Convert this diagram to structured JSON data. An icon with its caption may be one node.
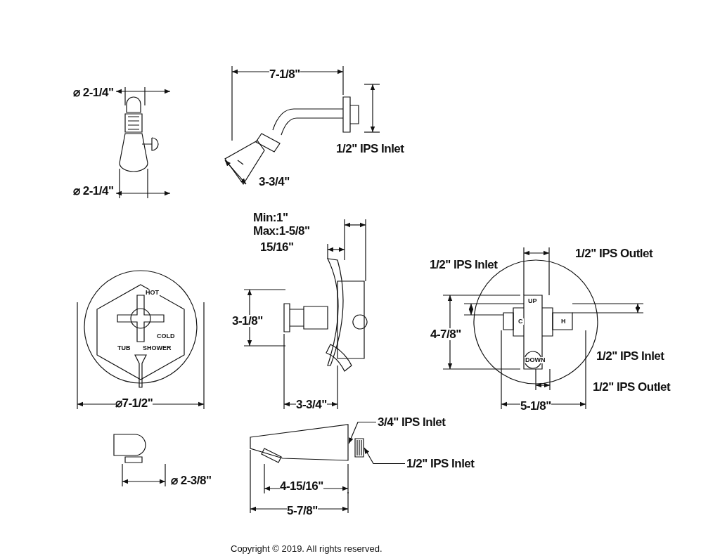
{
  "diagram": {
    "nodes": [
      {
        "text": [
          "3/4\" IPS Inlet"
        ]
      },
      {
        "text": [],
        "shape": "picture"
      },
      {
        "text": [
          "1/2\" IPS Inlet"
        ]
      },
      {
        "text": [],
        "shape": "picture"
      }
    ],
    "edges": [
      {
        "from": 0,
        "to": 1,
        "arrow": "to"
      },
      {
        "from": 2,
        "to": 3,
        "arrow": "to"
      }
    ],
    "labels": [
      "⌀ 2-1/4\"",
      "7-1/8\"",
      "1/2\" IPS Inlet",
      "⌀ 2-1/4\"",
      "3-3/4\"",
      "Min:1\"",
      "Max:1-5/8\"",
      "15/16\"",
      "1/2\" IPS Outlet",
      "1/2\" IPS Inlet",
      "HOT",
      "3-1/8\"",
      "4-7/8\"",
      "UP",
      "C",
      "H",
      "COLD",
      "TUB",
      "SHOWER",
      "DOWN",
      "1/2\" IPS Inlet",
      "⌀7-1/2\"",
      "3-3/4\"",
      "1/2\" IPS Outlet",
      "5-1/8\"",
      "⌀ 2-3/8\"",
      "4-15/16\"",
      "5-7/8\"",
      "Copyright © 2019. All rights reserved."
    ]
  }
}
